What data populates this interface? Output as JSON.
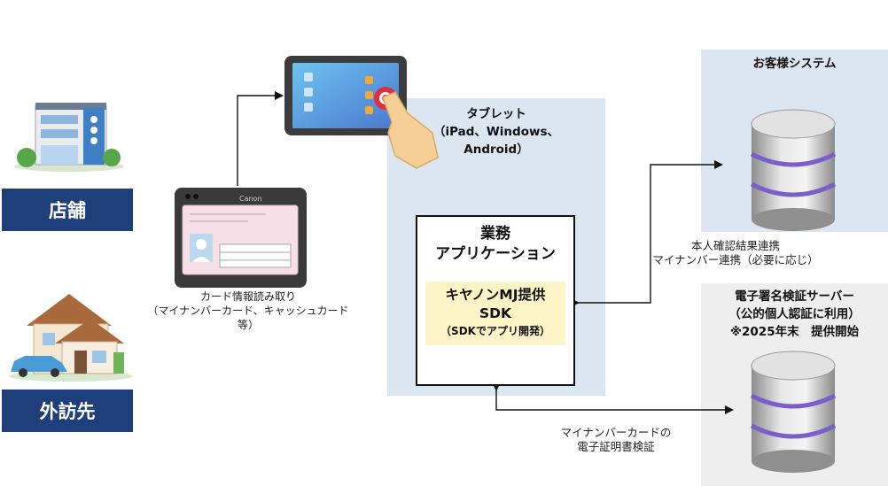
{
  "locations": {
    "store": "店舗",
    "visit": "外訪先"
  },
  "tablet": {
    "title_lines": [
      "タブレット",
      "（iPad、Windows、",
      "Android）"
    ]
  },
  "app": {
    "title_lines": [
      "業務",
      "アプリケーション"
    ],
    "sdk_lines": [
      "キヤノンMJ提供",
      "SDK"
    ],
    "sdk_sub": "（SDKでアプリ開発）"
  },
  "reader": {
    "brand": "Canon",
    "caption_lines": [
      "カード情報読み取り",
      "（マイナンバーカード、キャッシュカード等）"
    ]
  },
  "customer": {
    "title": "お客様システム",
    "link_lines": [
      "本人確認結果連携",
      "マイナンバー連携（必要に応じ）"
    ]
  },
  "server": {
    "title_lines": [
      "電子署名検証サーバー",
      "（公的個人認証に利用）",
      "※2025年末　提供開始"
    ],
    "link_lines": [
      "マイナンバーカードの",
      "電子証明書検証"
    ]
  },
  "colors": {
    "label_bg": "#1f3f7a",
    "panel_blue": "#dce6f1",
    "panel_gray": "#eeeeee",
    "sdk_bg": "#fdf5c7",
    "db_stripe": "#7b5fc9"
  }
}
